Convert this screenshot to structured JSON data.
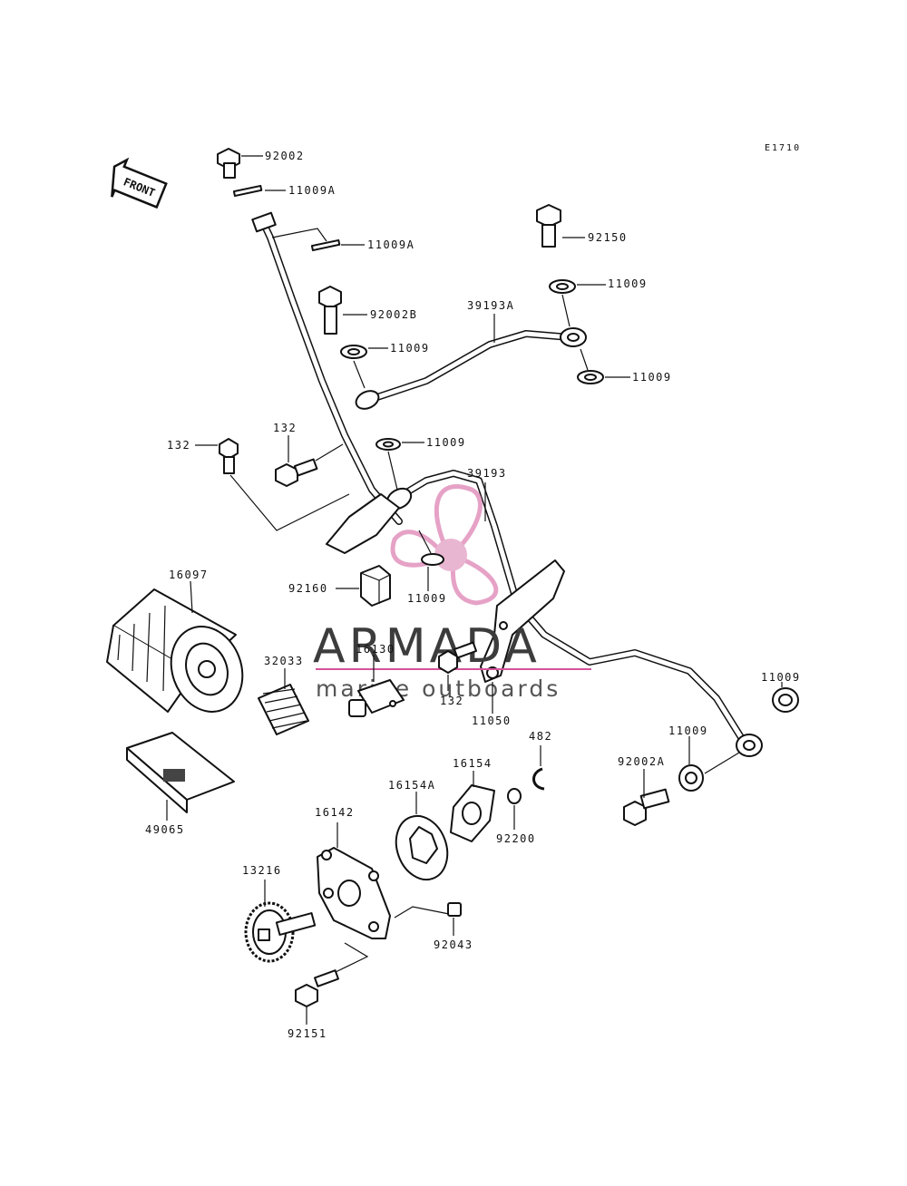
{
  "diagram": {
    "code": "E1710",
    "front_label": "FRONT",
    "labels": {
      "p92002": "92002",
      "p11009A_1": "11009A",
      "p11009A_2": "11009A",
      "p92150": "92150",
      "p11009_1": "11009",
      "p92002B": "92002B",
      "p39193A": "39193A",
      "p11009_2": "11009",
      "p11009_3": "11009",
      "p132_1": "132",
      "p132_2": "132",
      "p11009_4": "11009",
      "p39193": "39193",
      "p16097": "16097",
      "p92160": "92160",
      "p11009_5": "11009",
      "p32033": "32033",
      "p16130": "16130",
      "p132_3": "132",
      "p11050": "11050",
      "p11009_6": "11009",
      "p482": "482",
      "p16154": "16154",
      "p11009_7": "11009",
      "p16154A": "16154A",
      "p92002A": "92002A",
      "p92200": "92200",
      "p49065": "49065",
      "p16142": "16142",
      "p13216": "13216",
      "p92043": "92043",
      "p92151": "92151"
    }
  },
  "watermark": {
    "brand": "ARMADA",
    "tagline": "marine outboards",
    "colors": {
      "brand": "#3c3c3c",
      "accent": "#d4549a",
      "logo_fill": "#e8a0c6"
    }
  }
}
